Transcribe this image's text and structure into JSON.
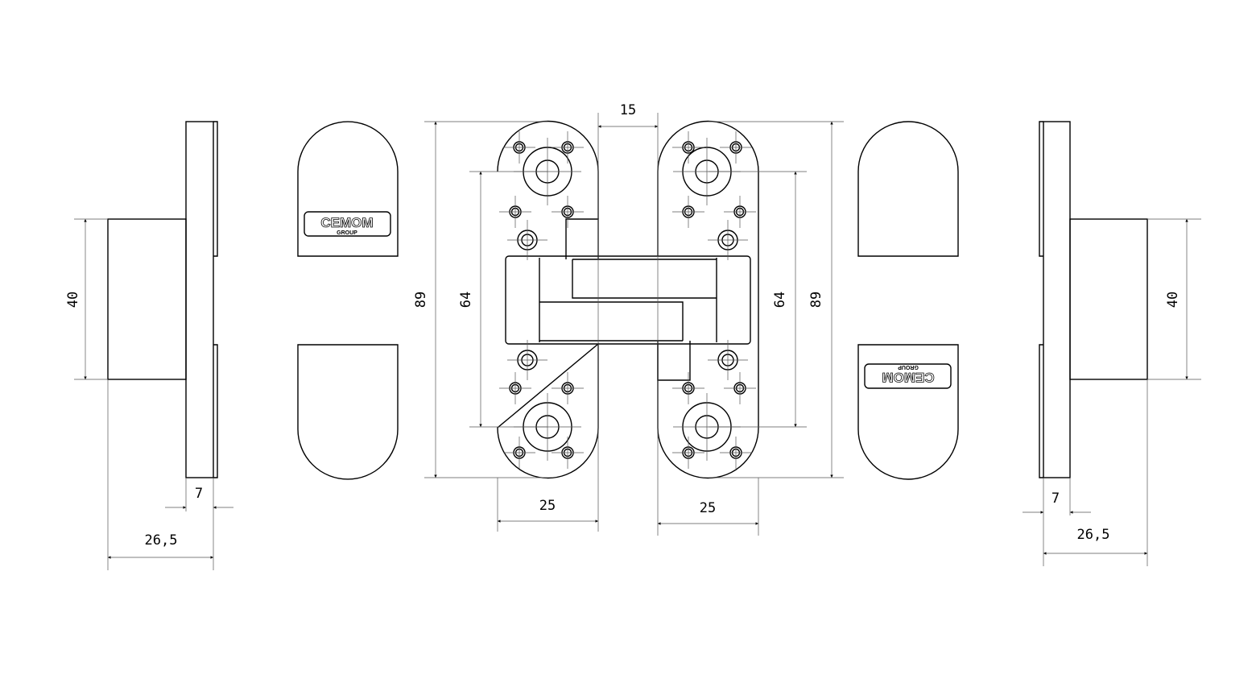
{
  "brand": {
    "logo_main": "CEMOM",
    "logo_sub": "GROUP"
  },
  "dimensions": {
    "side_height": "40",
    "plate_thickness": "7",
    "total_depth": "26,5",
    "overall_length": "89",
    "hole_spacing": "64",
    "body_gap": "15",
    "plate_width": "25"
  }
}
